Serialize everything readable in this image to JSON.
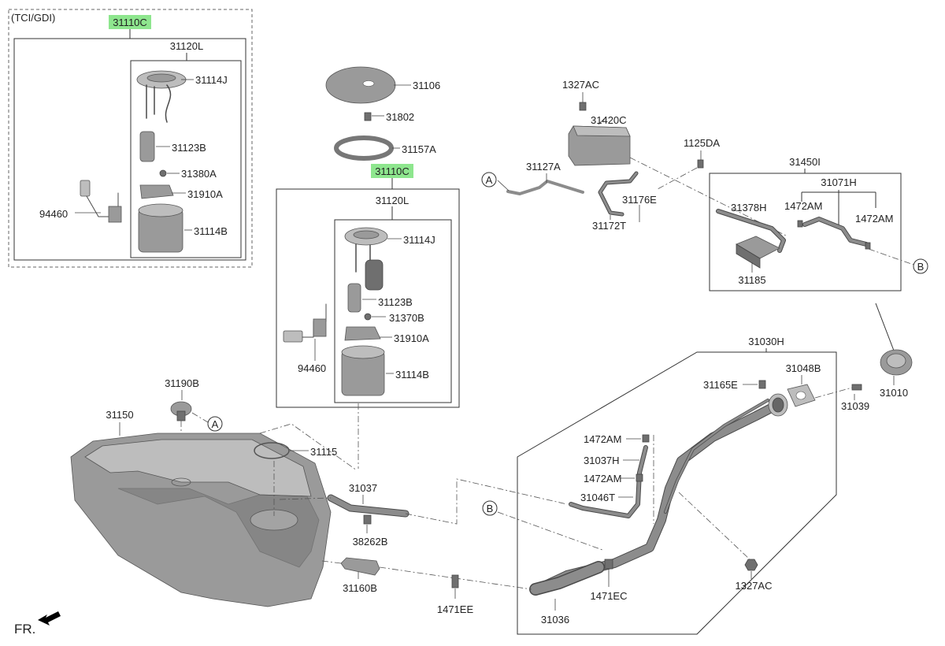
{
  "title": "",
  "variant_label": "(TCI/GDI)",
  "front_label": "FR.",
  "highlight_color": "#8ee68e",
  "markers": {
    "a": "A",
    "b": "B"
  },
  "parts": {
    "assy_top": "31110C",
    "assy_mid": "31110C",
    "pump_box_top": "31120L",
    "pump_box_mid": "31120L",
    "flange_top": "31114J",
    "flange_mid": "31114J",
    "pump_top": "31123B",
    "pump_mid": "31123B",
    "regulator_top": "31380A",
    "regulator_mid": "31370B",
    "filter_top": "31910A",
    "filter_mid": "31910A",
    "reservoir_top": "31114B",
    "reservoir_mid": "31114B",
    "sender_top": "94460",
    "sender_mid": "94460",
    "cover": "31106",
    "plug": "31802",
    "ring_nut": "31157A",
    "bolt_canister": "1327AC",
    "canister": "31420C",
    "bolt_1125": "1125DA",
    "vapor_tube": "31127A",
    "hose_31176": "31176E",
    "hose_31172": "31172T",
    "filter_assy": "31450I",
    "hose_31071": "31071H",
    "hose_31378": "31378H",
    "clamp_left": "1472AM",
    "clamp_right": "1472AM",
    "filter_31185": "31185",
    "marker_b_right": "B",
    "filler_neck_assy": "31030H",
    "gasket": "31048B",
    "clamp_31165": "31165E",
    "screw_31039": "31039",
    "fuel_cap": "31010",
    "clamp_1472_top": "1472AM",
    "hose_31037H": "31037H",
    "clamp_1472_mid": "1472AM",
    "tube_31046": "31046T",
    "nut_1327_bottom": "1327AC",
    "clamp_1471EC": "1471EC",
    "hose_31036": "31036",
    "clip_1471EE": "1471EE",
    "protector_31160": "31160B",
    "clip_38262": "38262B",
    "tube_31037": "31037",
    "gasket_31115": "31115",
    "tank": "31150",
    "valve_31190": "31190B"
  }
}
